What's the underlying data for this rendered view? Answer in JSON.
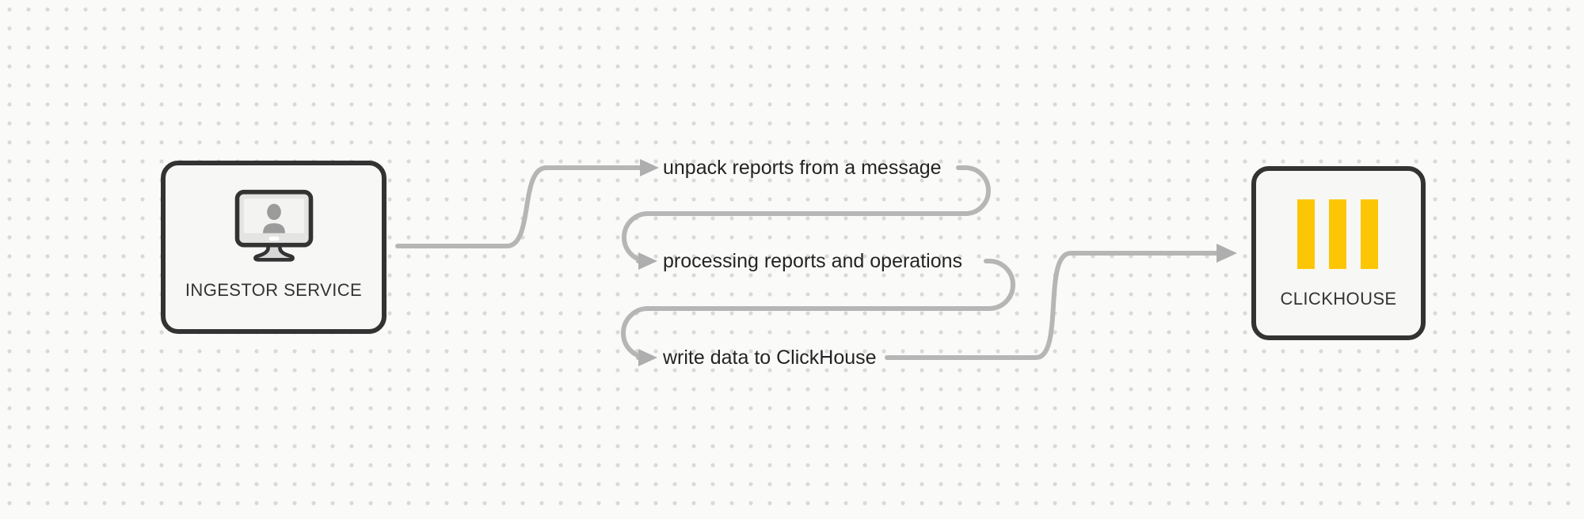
{
  "diagram": {
    "nodes": {
      "ingestor": {
        "label": "INGESTOR SERVICE",
        "icon": "monitor-user-icon"
      },
      "clickhouse": {
        "label": "CLICKHOUSE",
        "icon": "clickhouse-logo-icon"
      }
    },
    "steps": [
      {
        "label": "unpack reports from a message"
      },
      {
        "label": "processing reports and operations"
      },
      {
        "label": "write data to ClickHouse"
      }
    ],
    "edges": [
      {
        "from": "ingestor",
        "to": "step-1"
      },
      {
        "from": "step-1",
        "to": "step-2"
      },
      {
        "from": "step-2",
        "to": "step-3"
      },
      {
        "from": "step-3",
        "to": "clickhouse"
      }
    ],
    "colors": {
      "connector": "#b6b6b6",
      "arrowhead": "#aeaeae",
      "node_border": "#333333",
      "node_fill": "#f7f7f6",
      "background": "#fafaf9",
      "grid_dot": "#d9d9d7",
      "text": "#242424",
      "clickhouse_yellow": "#FDC605",
      "icon_gray": "#9b9b9b"
    }
  }
}
